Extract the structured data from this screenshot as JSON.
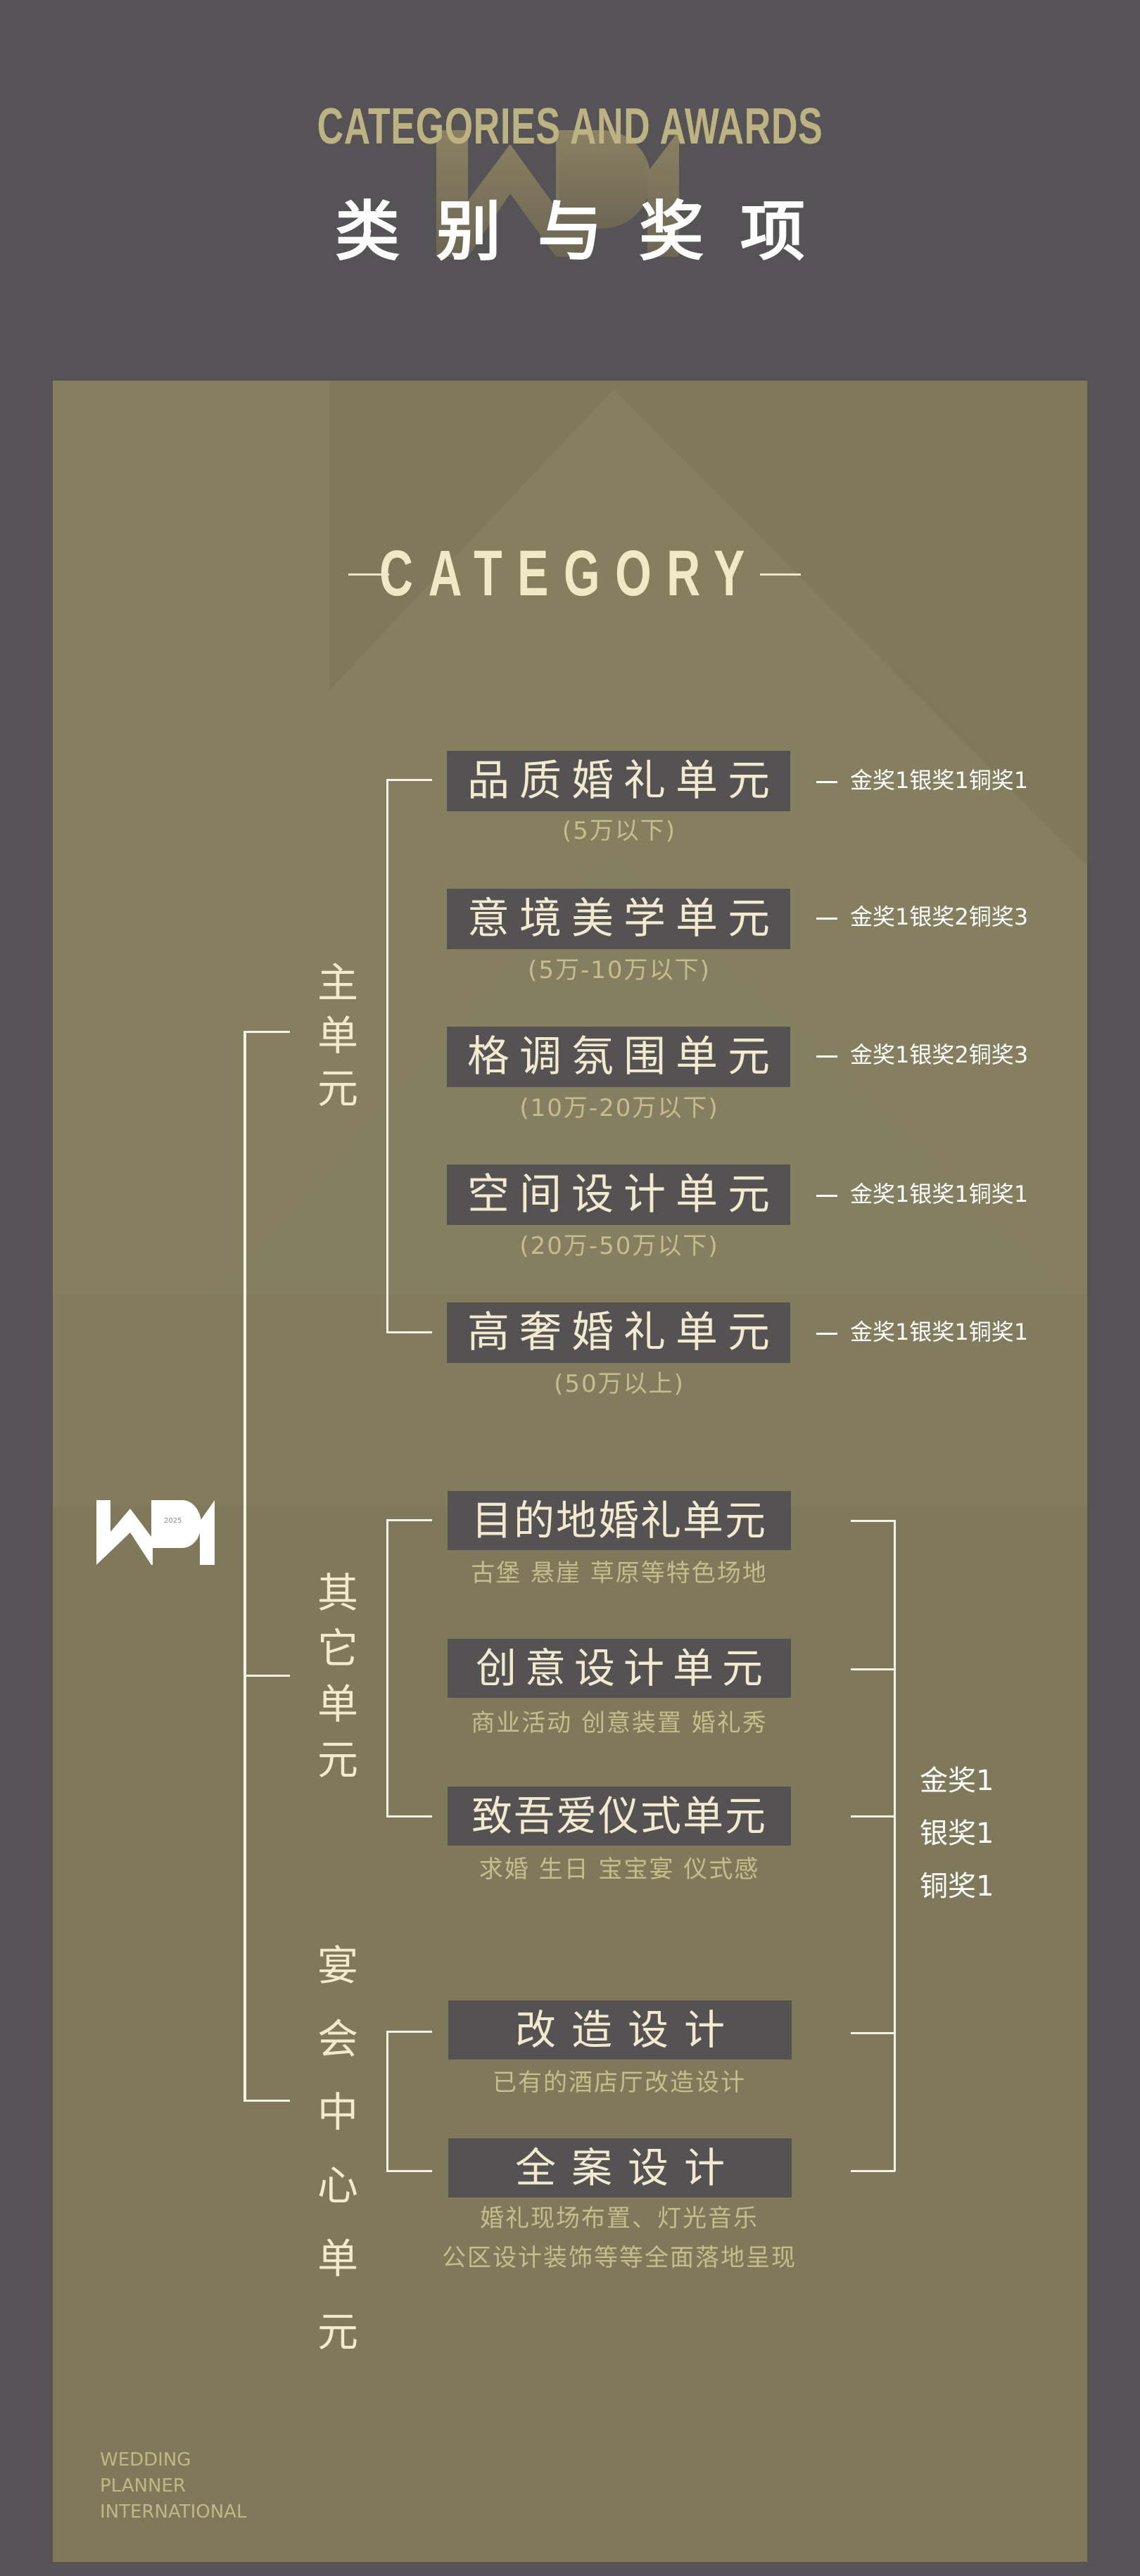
{
  "header": {
    "title_en": "CATEGORIES AND AWARDS",
    "title_cn": "类别与奖项"
  },
  "section_title": "CATEGORY",
  "logo": {
    "text": "WPI",
    "year": "2025"
  },
  "groups": {
    "main": {
      "label": [
        "主",
        "单",
        "元"
      ],
      "units": [
        {
          "name": "品质婚礼单元",
          "note": "(5万以下)",
          "awards": "金奖1银奖1铜奖1"
        },
        {
          "name": "意境美学单元",
          "note": "(5万-10万以下)",
          "awards": "金奖1银奖2铜奖3"
        },
        {
          "name": "格调氛围单元",
          "note": "(10万-20万以下)",
          "awards": "金奖1银奖2铜奖3"
        },
        {
          "name": "空间设计单元",
          "note": "(20万-50万以下)",
          "awards": "金奖1银奖1铜奖1"
        },
        {
          "name": "高奢婚礼单元",
          "note": "(50万以上)",
          "awards": "金奖1银奖1铜奖1"
        }
      ]
    },
    "other": {
      "label": [
        "其",
        "它",
        "单",
        "元"
      ],
      "units": [
        {
          "name": "目的地婚礼单元",
          "note": "古堡 悬崖 草原等特色场地"
        },
        {
          "name": "创意设计单元",
          "note": "商业活动 创意装置 婚礼秀"
        },
        {
          "name": "致吾爱仪式单元",
          "note": "求婚 生日 宝宝宴 仪式感"
        }
      ]
    },
    "banquet": {
      "label": [
        "宴",
        "会",
        "中",
        "心",
        "单",
        "元"
      ],
      "units": [
        {
          "name": "改造设计",
          "note": "已有的酒店厅改造设计"
        },
        {
          "name": "全案设计",
          "note": "婚礼现场布置、灯光音乐",
          "note2": "公区设计装饰等等全面落地呈现"
        }
      ]
    }
  },
  "shared_awards": [
    "金奖1",
    "银奖1",
    "铜奖1"
  ],
  "footer": [
    "WEDDING",
    "PLANNER",
    "INTERNATIONAL"
  ],
  "colors": {
    "background": "#555355",
    "panel": "#7f785a",
    "box": "#555254",
    "cream": "#f2e9cf",
    "gold": "#bdb382"
  }
}
